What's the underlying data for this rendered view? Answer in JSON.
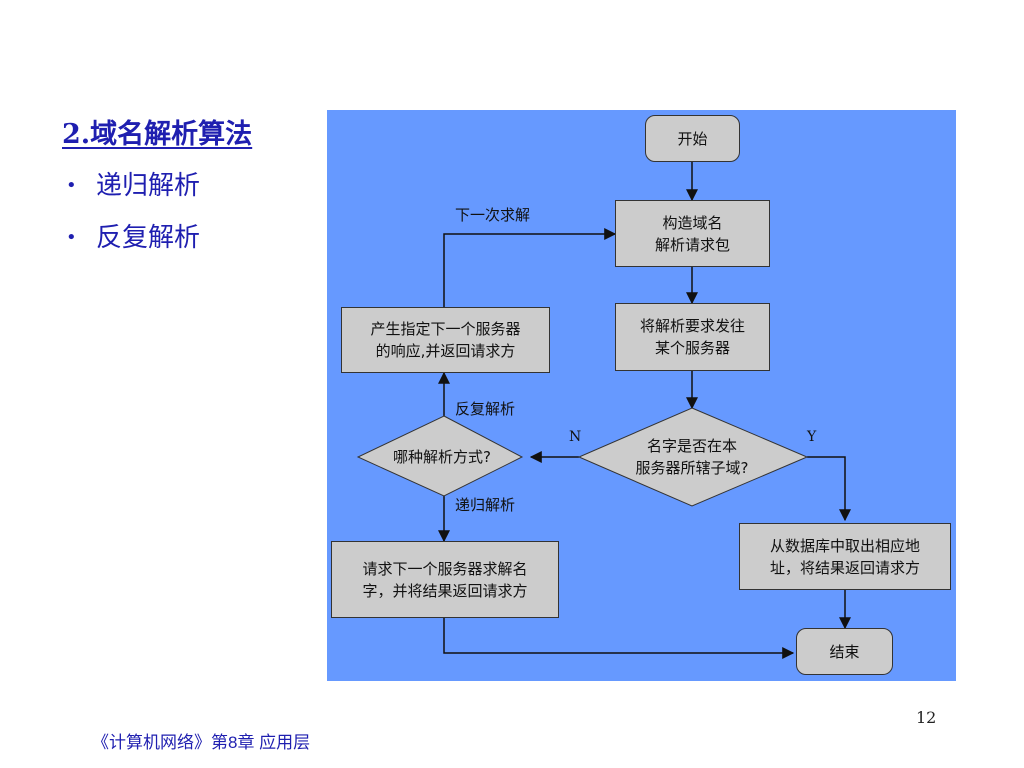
{
  "slide": {
    "heading": "2.域名解析算法",
    "bullets": [
      "递归解析",
      "反复解析"
    ],
    "page_number": "12",
    "footer": "《计算机网络》第8章  应用层"
  },
  "flowchart": {
    "start": "开始",
    "build_request": "构造域名\n解析请求包",
    "send_request": "将解析要求发往\n某个服务器",
    "decision_domain": "名字是否在本\n服务器所辖子域?",
    "decision_method": "哪种解析方式?",
    "iterative_action": "产生指定下一个服务器\n的响应,并返回请求方",
    "recursive_action": "请求下一个服务器求解名\n字，并将结果返回请求方",
    "db_lookup": "从数据库中取出相应地\n址，将结果返回请求方",
    "end": "结束",
    "edge_next_request": "下一次求解",
    "edge_iterative": "反复解析",
    "edge_recursive": "递归解析",
    "edge_no": "N",
    "edge_yes": "Y"
  },
  "colors": {
    "panel": "#6699ff",
    "box": "#cccccc",
    "heading": "#1f1fb0"
  }
}
